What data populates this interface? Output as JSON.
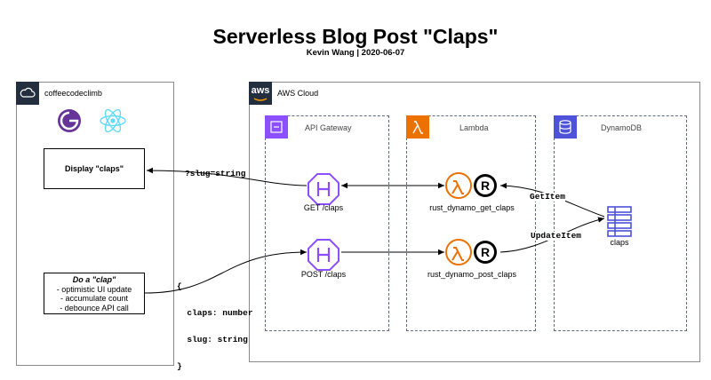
{
  "title": "Serverless Blog Post \"Claps\"",
  "subtitle": "Kevin Wang | 2020-06-07",
  "client": {
    "label": "coffeecodeclimb",
    "icons": [
      "gatsby-icon",
      "react-icon"
    ],
    "display_box": "Display \"claps\"",
    "clap_box": {
      "heading": "Do a \"clap\"",
      "items": [
        "- optimistic UI update",
        "- accumulate count",
        "- debounce API call"
      ]
    }
  },
  "aws": {
    "label": "AWS Cloud",
    "logo_text": "aws",
    "groups": {
      "api_gateway": "API Gateway",
      "lambda": "Lambda",
      "dynamodb": "DynamoDB"
    },
    "nodes": {
      "get_endpoint": "GET /claps",
      "post_endpoint": "POST /claps",
      "get_lambda": "rust_dynamo_get_claps",
      "post_lambda": "rust_dynamo_post_claps",
      "table": "claps"
    }
  },
  "edges": {
    "get_query": "?slug=string",
    "post_body": [
      "{",
      "  claps: number",
      "  slug: string",
      "}"
    ],
    "get_item": "GetItem",
    "update_item": "UpdateItem"
  },
  "colors": {
    "api_gateway": "#8c4fff",
    "lambda": "#ed7100",
    "dynamodb": "#4d52d8",
    "aws_header": "#232f3e",
    "dashed": "#5b6c80"
  }
}
